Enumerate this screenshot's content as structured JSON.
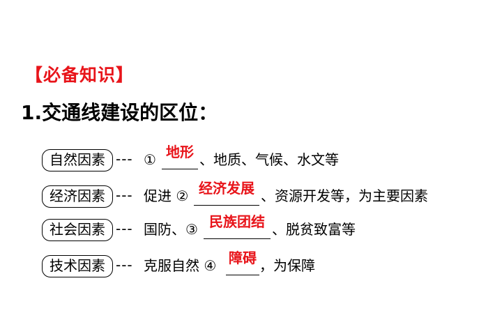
{
  "heading": "【必备知识】",
  "subtitle": "1.交通线建设的区位：",
  "rows": [
    {
      "factor": "自然因素",
      "dash": "---",
      "pre": "①",
      "answer": "地形",
      "post": "、地质、气候、水文等"
    },
    {
      "factor": "经济因素",
      "dash": "---",
      "pre": "促进 ②",
      "answer": "经济发展",
      "post": "、资源开发等，为主要因素"
    },
    {
      "factor": "社会因素",
      "dash": "---",
      "pre": "国防、③",
      "answer": "民族团结",
      "post": "、脱贫致富等"
    },
    {
      "factor": "技术因素",
      "dash": "---",
      "pre": "克服自然 ④",
      "answer": "障碍",
      "post": "，为保障"
    }
  ],
  "colors": {
    "accent": "#e8141a",
    "text": "#000000"
  }
}
